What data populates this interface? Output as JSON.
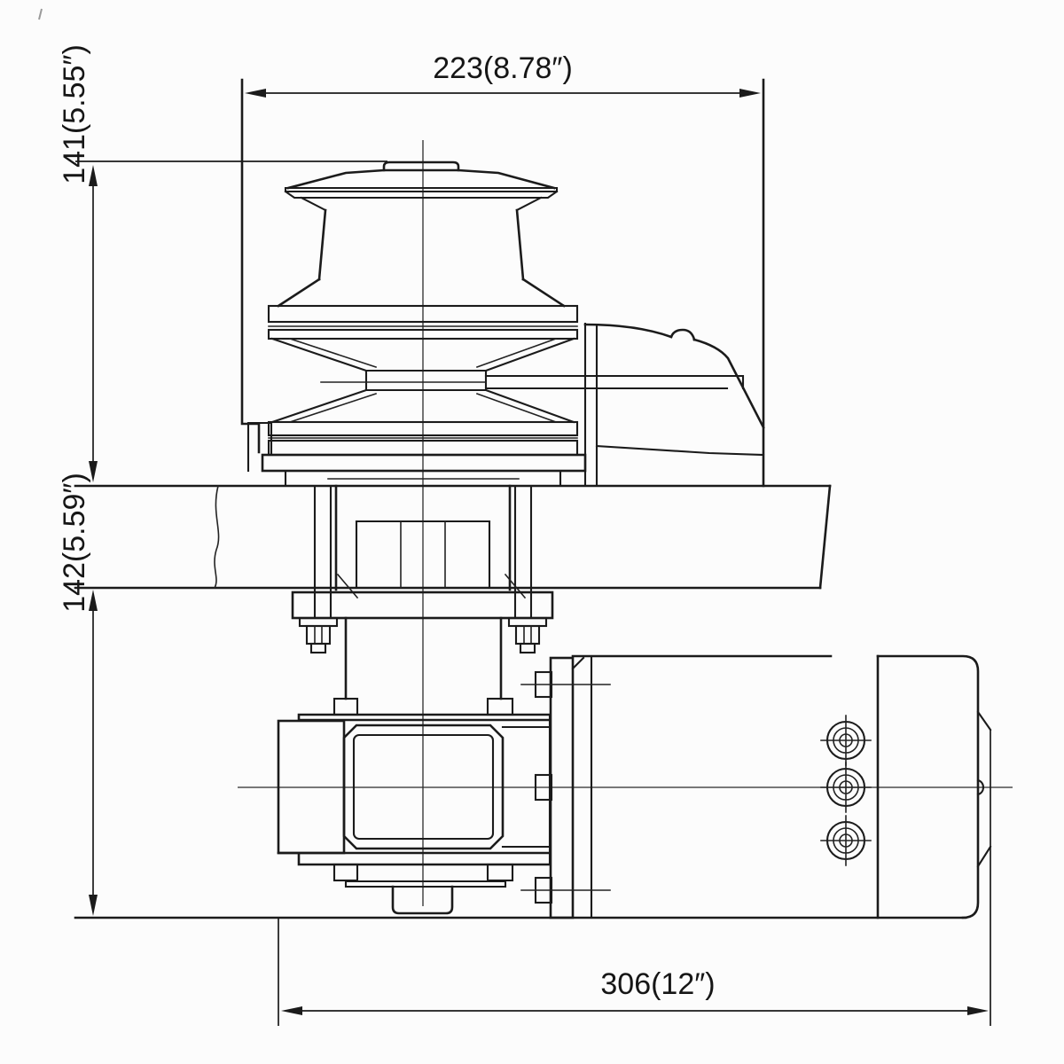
{
  "dimensions": {
    "top_width": "223(8.78″)",
    "upper_height": "141(5.55″)",
    "lower_height": "142(5.59″)",
    "bottom_width": "306(12″)"
  },
  "colors": {
    "line": "#1b1b1b",
    "background": "#fcfcfc"
  }
}
